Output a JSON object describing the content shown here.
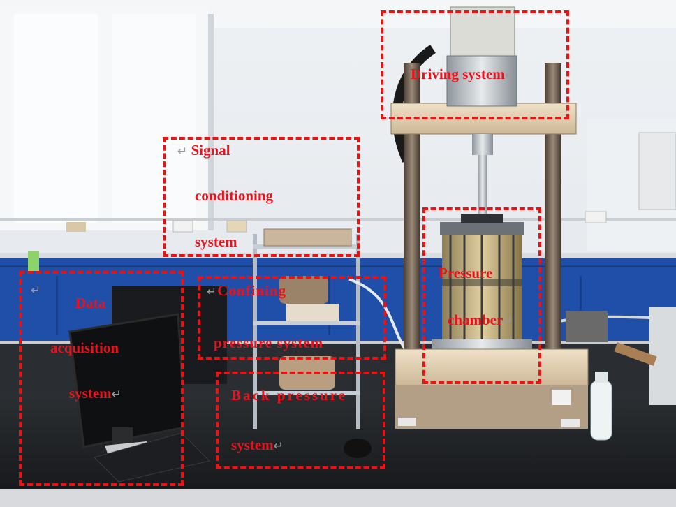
{
  "labels": {
    "driving": "Driving system",
    "signal_l1": "Signal",
    "signal_l2": "conditioning",
    "signal_l3": "system",
    "data_l1": "Data",
    "data_l2": "acquisition",
    "data_l3": "system",
    "confining_l1": "Confining",
    "confining_l2": "pressure system",
    "back_l1": "Back pressure",
    "back_l2": "system",
    "pressure_l1": "Pressure",
    "pressure_l2": "chamber"
  },
  "return_mark": "↵",
  "colors": {
    "annotation": "#e8131c",
    "box_border": "#ee1111",
    "return_mark": "#9a9a9a"
  }
}
